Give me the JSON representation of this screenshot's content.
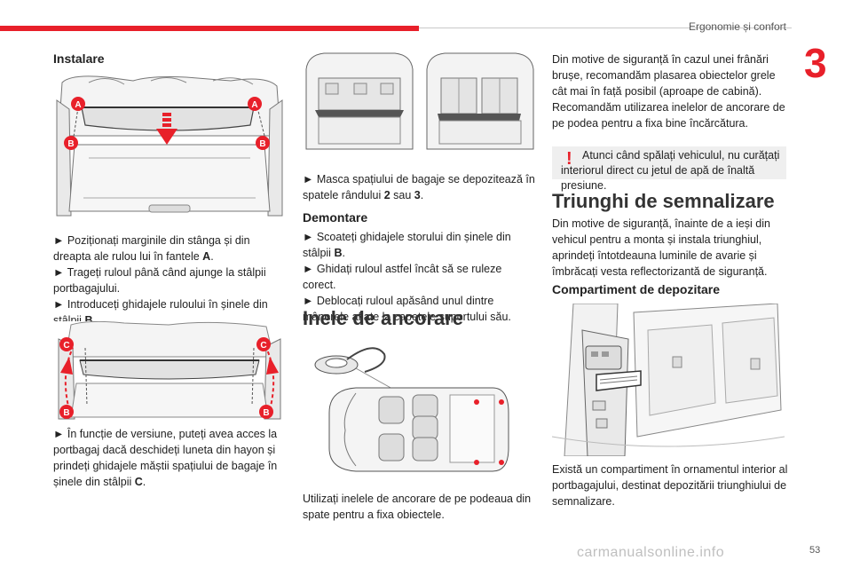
{
  "header": {
    "section_title": "Ergonomie și confort",
    "chapter_number": "3",
    "page_number": "53",
    "watermark": "carmanualsonline.info"
  },
  "installation": {
    "title": "Instalare",
    "fig1_labels": {
      "a_left": "A",
      "a_right": "A",
      "b_left": "B",
      "b_right": "B"
    },
    "steps": [
      "► Poziționați marginile din stânga și din dreapta ale rulou lui în fantele ",
      "► Trageți ruloul până când ajunge la stâlpii portbagajului.",
      "► Introduceți ghidajele ruloului în șinele din stâlpii "
    ],
    "step1_bold": "A",
    "step1_end": ".",
    "step3_bold": "B",
    "step3_end": ".",
    "fig2_labels": {
      "c_left": "C",
      "c_right": "C",
      "b_left": "B",
      "b_right": "B"
    },
    "note": "► În funcție de versiune, puteți avea acces la portbagaj dacă deschideți luneta din hayon și prindeți ghidajele măștii spațiului de bagaje în șinele din stâlpii ",
    "note_bold": "C",
    "note_end": "."
  },
  "storage_mask": {
    "text": "► Masca spațiului de bagaje se depozitează în spatele rândului ",
    "bold1": "2",
    "mid": " sau ",
    "bold2": "3",
    "end": "."
  },
  "removal": {
    "title": "Demontare",
    "step1": "► Scoateți ghidajele storului din șinele din stâlpii ",
    "step1_bold": "B",
    "step1_end": ".",
    "step2": "► Ghidați ruloul astfel încât să se ruleze corect.",
    "step3": "► Deblocați ruloul apăsând unul dintre mânerele aflate la capetele suportului său."
  },
  "anchor_rings": {
    "title": "Inele de ancorare",
    "text": "Utilizați inelele de ancorare de pe podeaua din spate pentru a fixa obiectele."
  },
  "safety": {
    "text": "Din motive de siguranță în cazul unei frânări brușe, recomandăm plasarea obiectelor grele cât mai în față posibil (aproape de cabină). Recomandăm utilizarea inelelor de ancorare de pe podea pentru a fixa bine încărcătura.",
    "warning_mark": "!",
    "warning": "Atunci când spălați vehiculul, nu curățați interiorul direct cu jetul de apă de înaltă presiune."
  },
  "triangle": {
    "title": "Triunghi de semnalizare",
    "text": "Din motive de siguranță, înainte de a ieși din vehicul pentru a monta și instala triunghiul, aprindeți întotdeauna luminile de avarie și îmbrăcați vesta reflectorizantă de siguranță."
  },
  "compartment": {
    "title": "Compartiment de depozitare",
    "text": "Există un compartiment în ornamentul interior al portbagajului, destinat depozitării triunghiului de semnalizare."
  },
  "colors": {
    "accent": "#e8202a",
    "warning_bg": "#efefef"
  }
}
